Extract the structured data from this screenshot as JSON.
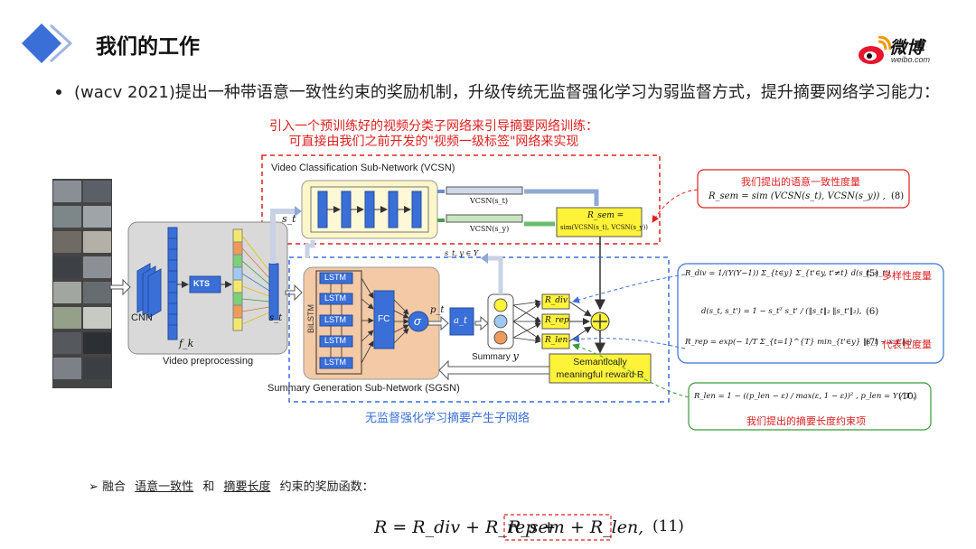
{
  "header": {
    "title": "我们的工作",
    "logo_text": "微博",
    "logo_sub": "weibo.com"
  },
  "bullet_text": "(wacv 2021)提出一种带语意一致性约束的奖励机制，升级传统无监督强化学习为弱监督方式，提升摘要网络学习能力：",
  "red_note": {
    "line1": "引入一个预训练好的视频分类子网络来引导摘要网络训练：",
    "line2": "可直接由我们之前开发的\"视频一级标签\"网络来实现"
  },
  "diagram": {
    "vcsn_label": "Video Classification Sub-Network (VCSN)",
    "vcsn_st": "VCSN(s_t)",
    "vcsn_sy": "VCSN(s_y)",
    "rsem_box_top": "R_sem =",
    "rsem_box_bottom": "sim(VCSN(s_t), VCSN(s_y))",
    "st_label": "s_t",
    "st_loop": "s_t, y ∈ Y",
    "kts": "KTS",
    "cnn": "CNN",
    "fk": "f_k",
    "st_small": "s_t",
    "video_preprocessing": "Video preprocessing",
    "lstm": "LSTM",
    "bilstm": "BiLSTM",
    "fc": "FC",
    "sigma": "σ",
    "pt": "p_t",
    "at": "a_t",
    "summary": "Summary",
    "summary_y": "y",
    "r_div": "R_div",
    "r_rep": "R_rep",
    "r_len": "R_len",
    "reward_line1": "Semantically",
    "reward_line2": "meaningful reward R",
    "sgsn_label": "Summary Generation Sub-Network (SGSN)",
    "sgsn_cn": "无监督强化学习摘要产生子网络"
  },
  "right_panels": {
    "semantic_title": "我们提出的语意一致性度量",
    "semantic_eq": "R_sem = sim (VCSN(s_t), VCSN(s_y)) ,",
    "semantic_num": "(8)",
    "div_eq": "R_div = 1/(Y(Y−1)) Σ_{t∈y} Σ_{t'∈y, t'≠t} d(s_t, s_t') ,",
    "div_num": "(5)",
    "div_label": "多样性度量",
    "d_eq": "d(s_t, s_t') = 1 − s_tᵀ s_t' / (‖s_t‖₂ ‖s_t'‖₂),",
    "d_num": "(6)",
    "rep_eq": "R_rep = exp(− 1/T Σ_{t=1}^{T} min_{t'∈y} ‖s_t − s_t'‖₂) ,",
    "rep_num": "(7)",
    "rep_label": "代表性度量",
    "len_eq": "R_len = 1 − ((p_len − ε) / max(ε, 1 − ε))² ,   p_len = Y / T ,",
    "len_num": "(10)",
    "len_label": "我们提出的摘要长度约束项"
  },
  "bottom": {
    "lead": "➢ 融合",
    "u1": "语意一致性",
    "and": "和",
    "u2": "摘要长度",
    "tail": "约束的奖励函数：",
    "eq_left": "R = R_div + R_rep +",
    "eq_box": "R_sem + R_len,",
    "eq_num": "(11)"
  },
  "colors": {
    "accent_blue": "#3a6fd8",
    "red": "#e02020",
    "green": "#3a9a3a",
    "yellow": "#fff33a",
    "vcsn_bg": "#fdf6c8",
    "sgsn_bg": "#f3c9a6"
  }
}
